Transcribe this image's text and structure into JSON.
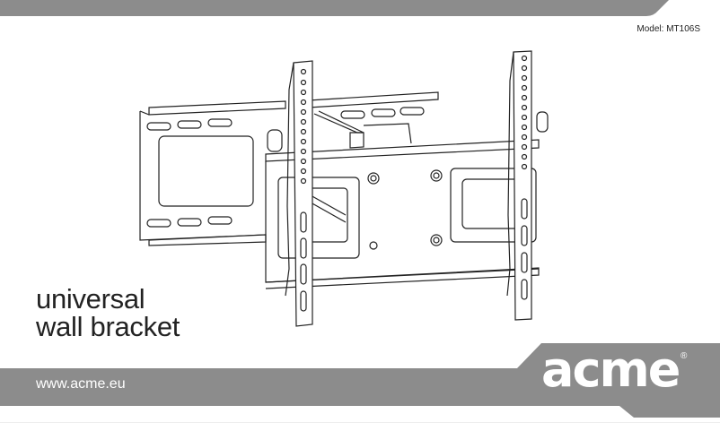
{
  "header": {
    "model_label": "Model: MT106S"
  },
  "product": {
    "title_line1": "universal",
    "title_line2": "wall bracket",
    "illustration": "tv-wall-bracket-drawing"
  },
  "footer": {
    "url": "www.acme.eu",
    "brand": "acme",
    "registered_mark": "®"
  },
  "colors": {
    "band_gray": "#8c8c8c",
    "text_dark": "#222222",
    "white": "#ffffff"
  }
}
